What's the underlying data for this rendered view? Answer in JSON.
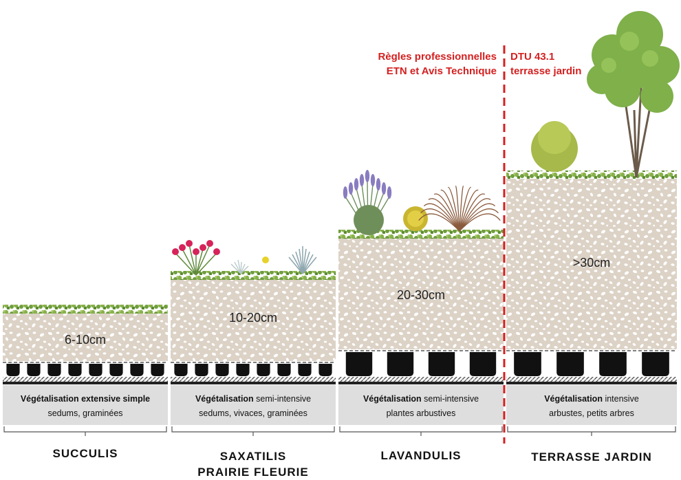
{
  "regulation": {
    "left_line1": "Règles professionnelles",
    "left_line2": "ETN et Avis Technique",
    "right_line1": "DTU 43.1",
    "right_line2": "terrasse jardin",
    "color": "#d42020"
  },
  "colors": {
    "substrate": "#dcd2c6",
    "pebble": "#ffffff",
    "drain": "#111111",
    "info_band": "#dedede",
    "foliage": "#6f9e3c"
  },
  "systems": [
    {
      "name_line1": "SUCCULIS",
      "name_line2": "",
      "depth": "6-10cm",
      "title_bold1": "Végétalisation",
      "title_rest": "extensive simple",
      "subtitle": "sedums, graminées"
    },
    {
      "name_line1": "SAXATILIS",
      "name_line2": "PRAIRIE FLEURIE",
      "depth": "10-20cm",
      "title_bold1": "Végétalisation",
      "title_rest": "semi-intensive",
      "subtitle": "sedums, vivaces, graminées"
    },
    {
      "name_line1": "LAVANDULIS",
      "name_line2": "",
      "depth": "20-30cm",
      "title_bold1": "Végétalisation",
      "title_rest": "semi-intensive",
      "subtitle": "plantes arbustives"
    },
    {
      "name_line1": "TERRASSE JARDIN",
      "name_line2": "",
      "depth": ">30cm",
      "title_bold1": "Végétalisation",
      "title_rest": "intensive",
      "subtitle": "arbustes, petits arbres"
    }
  ]
}
